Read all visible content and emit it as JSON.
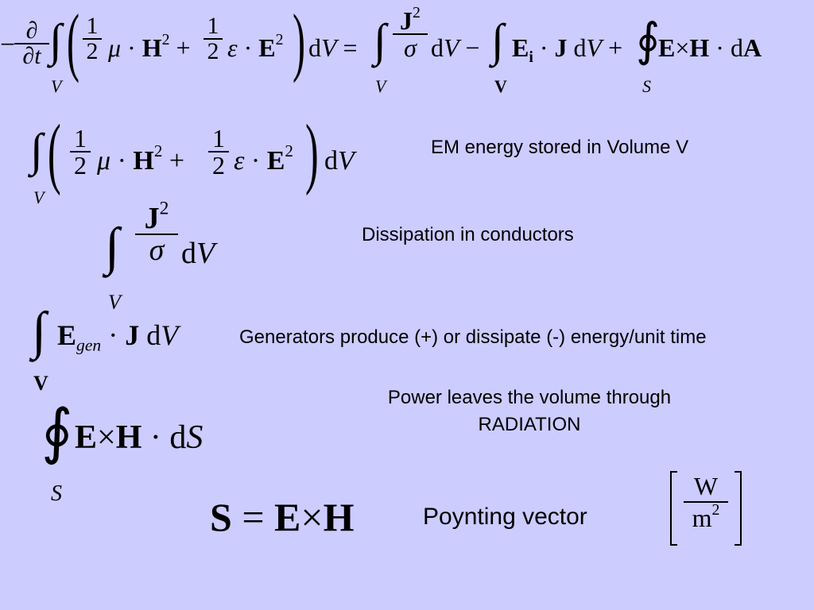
{
  "labels": {
    "stored": "EM energy stored in Volume V",
    "dissipation": "Dissipation in conductors",
    "generators": "Generators produce (+) or dissipate (-) energy/unit time",
    "radiation_line1": "Power leaves the volume through",
    "radiation_line2": "RADIATION",
    "poynting": "Poynting vector"
  },
  "units": {
    "numerator": "W",
    "denominator": "m",
    "denominator_exponent": "2"
  }
}
